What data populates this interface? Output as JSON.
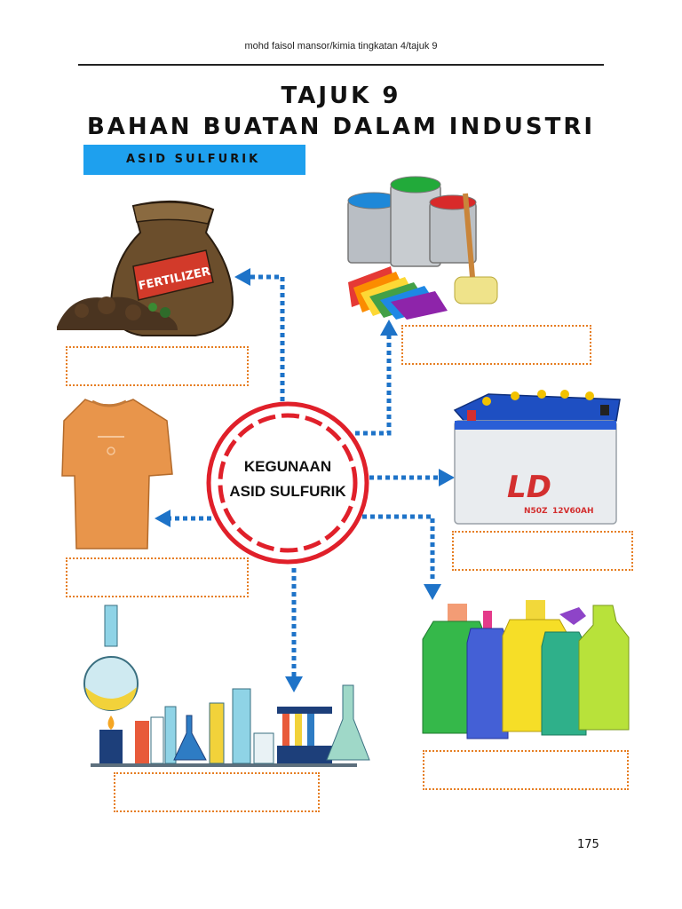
{
  "header": {
    "text": "mohd faisol mansor/kimia tingkatan 4/tajuk 9"
  },
  "title": {
    "line1": "TAJUK 9",
    "line2": "BAHAN BUATAN DALAM INDUSTRI"
  },
  "banner": {
    "label": "ASID SULFURIK"
  },
  "center": {
    "line1": "KEGUNAAN",
    "line2": "ASID SULFURIK"
  },
  "images": {
    "fertilizer": {
      "icon": "fertilizer-sack-icon",
      "label": "FERTILIZER"
    },
    "paint": {
      "icon": "paint-cans-icon"
    },
    "shirt": {
      "icon": "t-shirt-icon"
    },
    "battery": {
      "icon": "car-battery-icon",
      "brand": "LD",
      "model": "N50Z",
      "spec": "12V60AH"
    },
    "lab": {
      "icon": "laboratory-glassware-icon"
    },
    "detergent": {
      "icon": "detergent-bottles-icon"
    }
  },
  "colors": {
    "accent": "#1ea0ee",
    "arrow": "#1e73c8",
    "ring": "#e0202a",
    "dotted_box": "#e67e22"
  },
  "page": {
    "number": "175"
  }
}
